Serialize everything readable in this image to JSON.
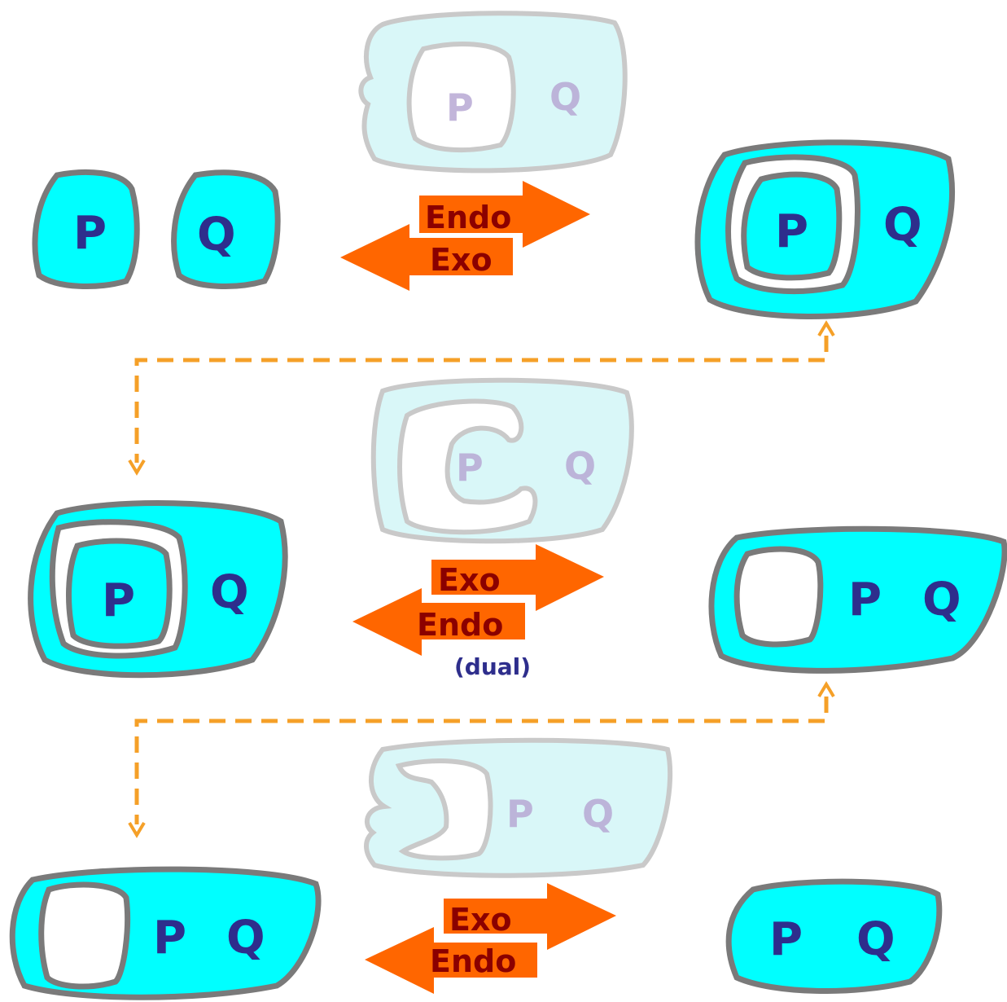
{
  "labels": {
    "p": "P",
    "q": "Q"
  },
  "row1": {
    "arrow_right": "Endo",
    "arrow_left": "Exo"
  },
  "row2": {
    "arrow_right": "Exo",
    "arrow_left": "Endo",
    "note": "(dual)"
  },
  "row3": {
    "arrow_right": "Exo",
    "arrow_left": "Endo"
  },
  "colors": {
    "region_fill": "#00ffff",
    "region_outline": "#7a7a7a",
    "arrow_fill": "#ff6600",
    "arrow_text": "#8b0000",
    "label_text": "#2e2e8c",
    "connector": "#f5a028"
  }
}
